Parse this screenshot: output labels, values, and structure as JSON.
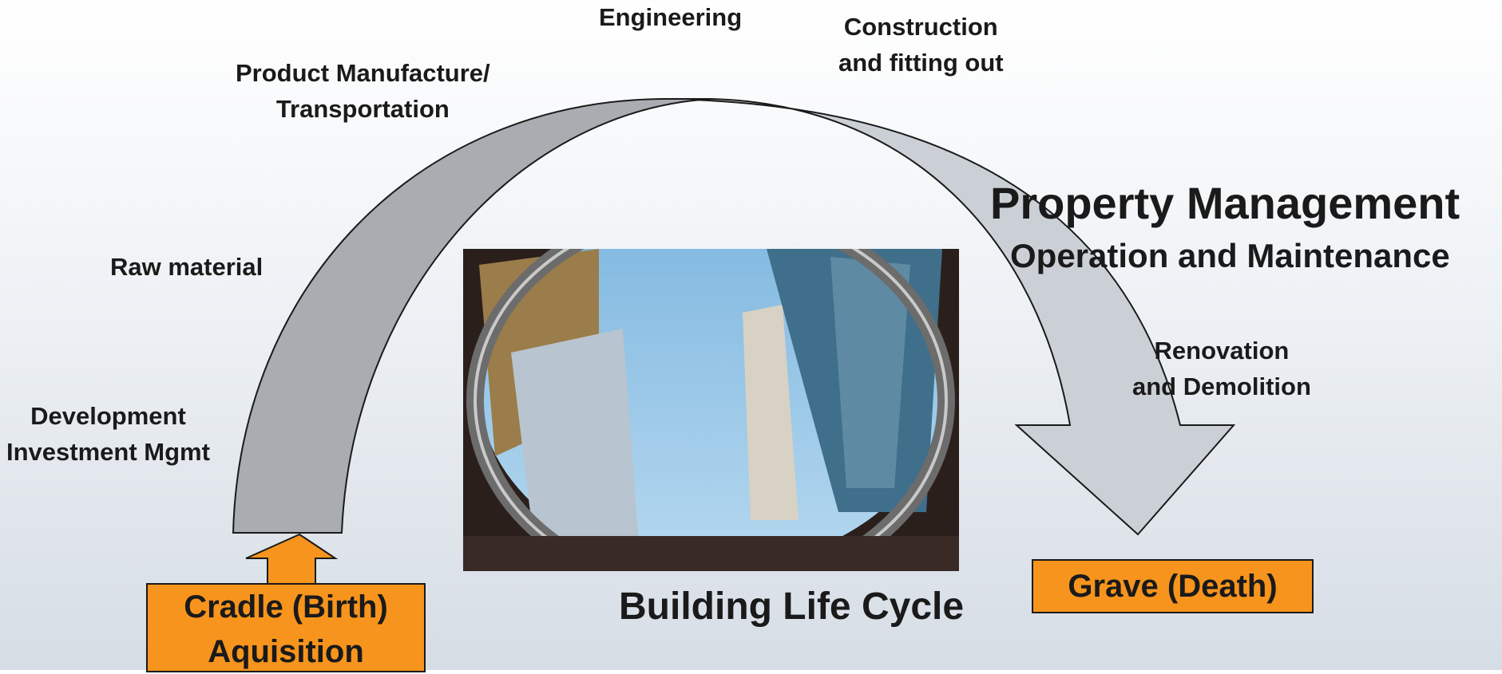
{
  "labels": {
    "engineering": "Engineering",
    "construction": "Construction\nand fitting out",
    "product_manufacture": "Product Manufacture/\nTransportation",
    "raw_material": "Raw material",
    "development": "Development\nInvestment Mgmt",
    "renovation": "Renovation\nand Demolition"
  },
  "property_management": {
    "title": "Property Management",
    "subtitle": "Operation and Maintenance"
  },
  "cradle_box": "Cradle (Birth)\nAquisition",
  "grave_box": "Grave (Death)",
  "footer_title": "Building Life Cycle",
  "colors": {
    "orange": "#f7941d",
    "arc_left": "#a9acb0",
    "arc_right": "#cbd0d6"
  }
}
